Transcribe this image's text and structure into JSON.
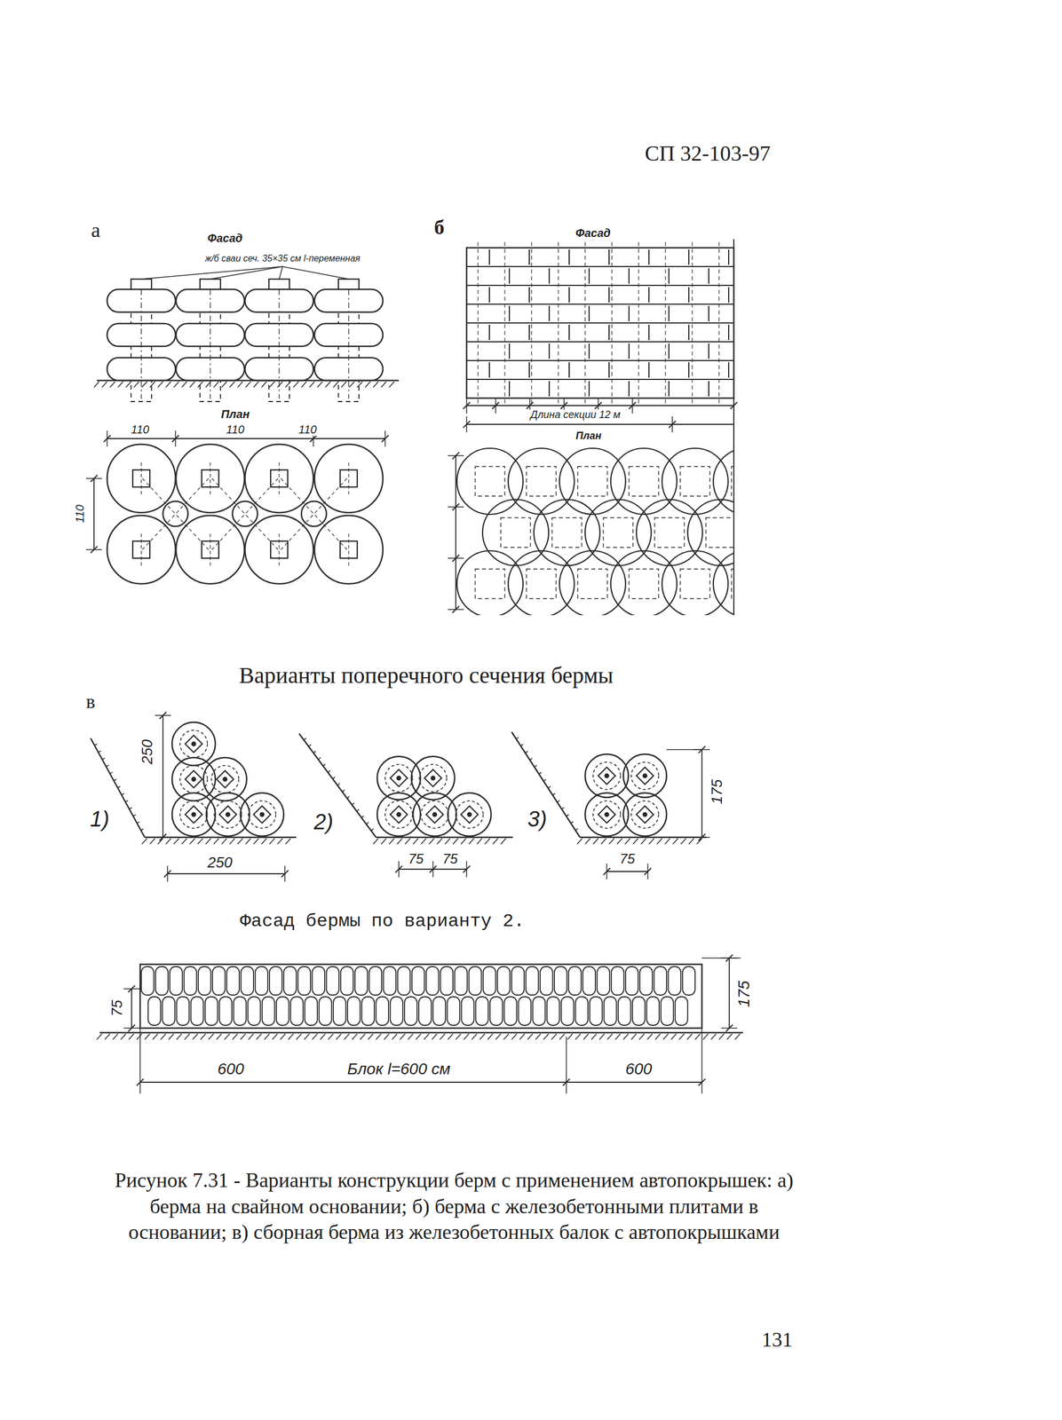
{
  "diagram": {
    "caption": "Рисунок 7.31 - Варианты конструкции берм с применением автопокрышек: а) берма на свайном основании; б) берма с железобетонными плитами в основании; в) сборная берма из железобетонных балок с автопокрышками",
    "labels": [
      "СП 32-103-97",
      "а",
      "б",
      "Фасад",
      "ж/б сваи сеч. 35×35 см l-переменная",
      "План",
      "110",
      "110",
      "110",
      "110",
      "Фасад",
      "Длина секции 12 м",
      "План",
      "Варианты поперечного сечения бермы",
      "в",
      "1)",
      "250",
      "250",
      "2)",
      "75",
      "75",
      "3)",
      "175",
      "75",
      "Фасад бермы по варианту 2.",
      "75",
      "175",
      "600",
      "Блок l=600 см",
      "600",
      "131"
    ]
  }
}
